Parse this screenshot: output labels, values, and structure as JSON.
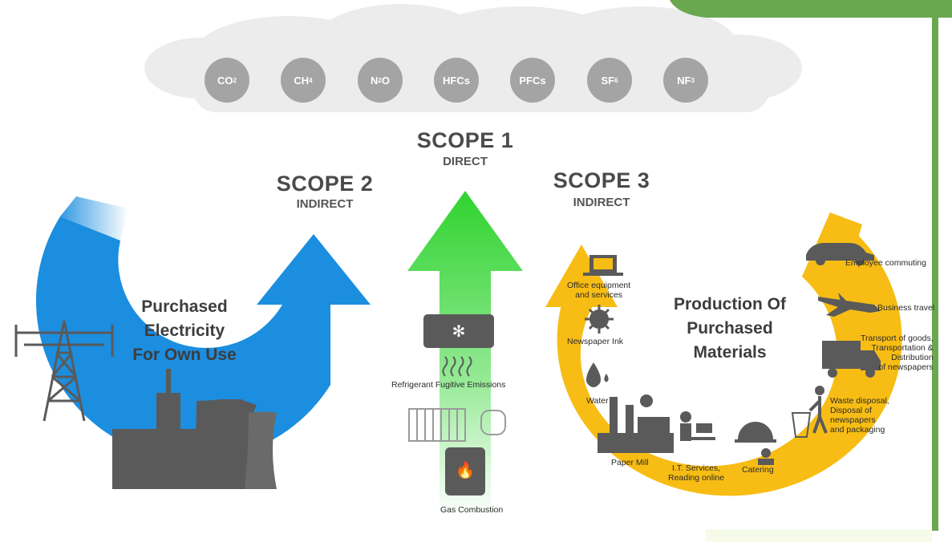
{
  "gases": [
    {
      "symbol": "CO",
      "sub": "2"
    },
    {
      "symbol": "CH",
      "sub": "4"
    },
    {
      "symbol": "N",
      "sub": "2",
      "tail": "O"
    },
    {
      "symbol": "HFCs",
      "sub": ""
    },
    {
      "symbol": "PFCs",
      "sub": ""
    },
    {
      "symbol": "SF",
      "sub": "6"
    },
    {
      "symbol": "NF",
      "sub": "3"
    }
  ],
  "scope1": {
    "title": "SCOPE 1",
    "subtitle": "DIRECT"
  },
  "scope2": {
    "title": "SCOPE 2",
    "subtitle": "INDIRECT"
  },
  "scope3": {
    "title": "SCOPE 3",
    "subtitle": "INDIRECT"
  },
  "scope2_center": [
    "Purchased",
    "Electricity",
    "For Own Use"
  ],
  "scope3_center": [
    "Production Of",
    "Purchased",
    "Materials"
  ],
  "scope1_items": {
    "refrigerant": "Refrigerant Fugitive Emissions",
    "gas_combustion": "Gas Combustion"
  },
  "scope3_items": {
    "office": [
      "Office equipment",
      "and services"
    ],
    "newspaper_ink": "Newspaper Ink",
    "water": "Water",
    "paper_mill": "Paper Mill",
    "it_services": [
      "I.T. Services,",
      "Reading online"
    ],
    "catering": "Catering",
    "waste": [
      "Waste disposal,",
      "Disposal of",
      "newspapers",
      "and packaging"
    ],
    "transport": [
      "Transport of goods,",
      "Transportation &",
      "Distribution",
      "of newspapers"
    ],
    "business_travel": "Business travel",
    "employee_commuting": "Employee commuting"
  },
  "colors": {
    "scope1": "#3fd83f",
    "scope2": "#1b8ee0",
    "scope3": "#f7bd14",
    "cloud": "#ececec",
    "gas_circle": "#a4a4a4",
    "icon_dark": "#5a5a5a",
    "accent_bar": "#6aa84f"
  }
}
